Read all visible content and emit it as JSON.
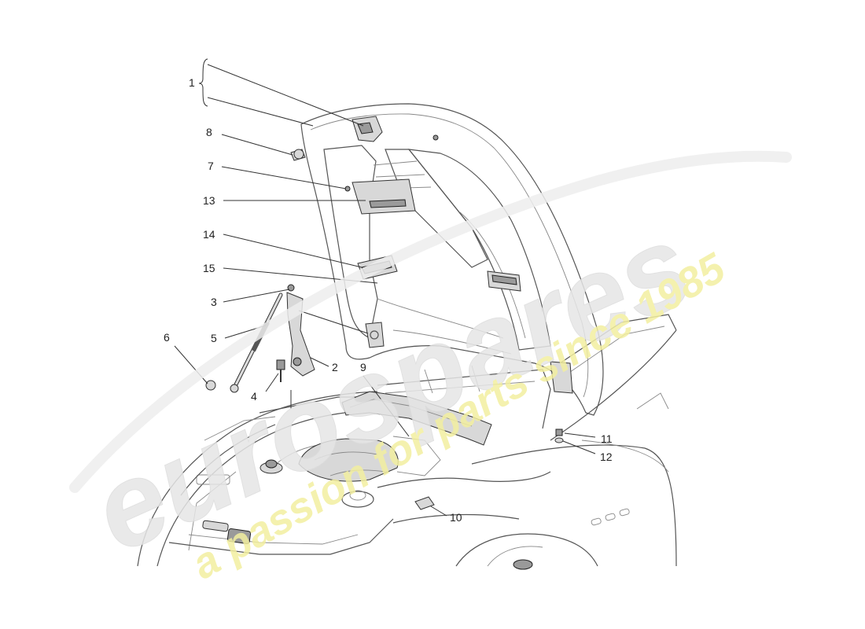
{
  "watermark": {
    "brand": "eurospares",
    "tagline": "a passion for parts since 1985",
    "brand_color": "#e6e6e6",
    "tagline_color": "#f3efa0"
  },
  "parts": [
    {
      "id": "1",
      "label": "1"
    },
    {
      "id": "2",
      "label": "2"
    },
    {
      "id": "3",
      "label": "3"
    },
    {
      "id": "4",
      "label": "4"
    },
    {
      "id": "5",
      "label": "5"
    },
    {
      "id": "6",
      "label": "6"
    },
    {
      "id": "7",
      "label": "7"
    },
    {
      "id": "8",
      "label": "8"
    },
    {
      "id": "9",
      "label": "9"
    },
    {
      "id": "10",
      "label": "10"
    },
    {
      "id": "11",
      "label": "11"
    },
    {
      "id": "12",
      "label": "12"
    },
    {
      "id": "13",
      "label": "13"
    },
    {
      "id": "14",
      "label": "14"
    },
    {
      "id": "15",
      "label": "15"
    }
  ]
}
